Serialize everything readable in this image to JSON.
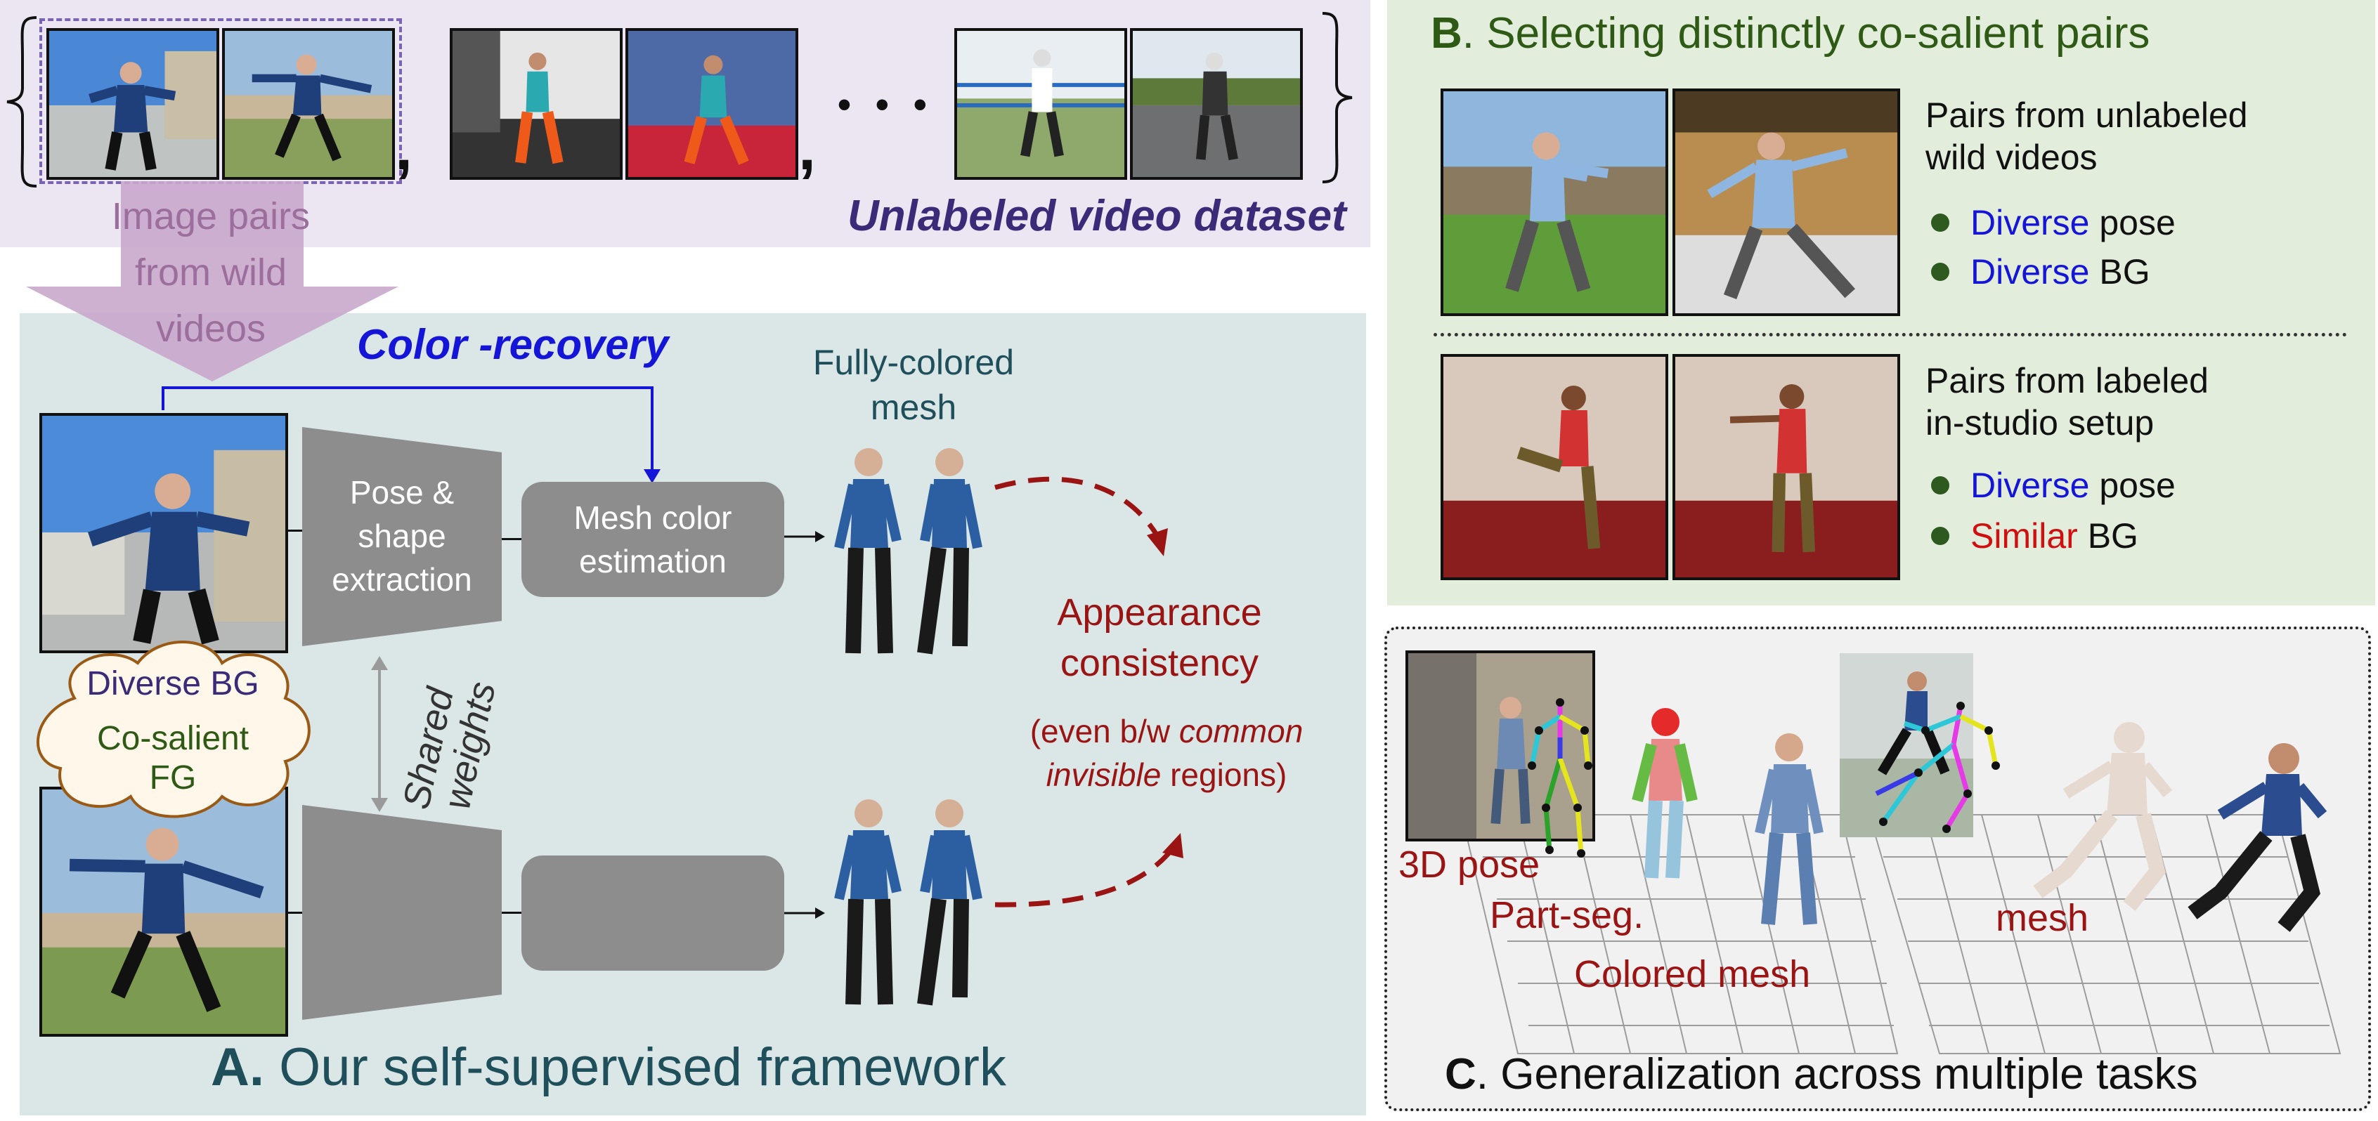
{
  "top": {
    "dataset_label": "Unlabeled video dataset",
    "separator_dots": "• • •",
    "pairs_label": [
      "Image pairs",
      "from wild",
      "videos"
    ]
  },
  "panelA": {
    "color_recovery": "Color -recovery",
    "fully_colored": [
      "Fully-colored",
      "mesh"
    ],
    "pose_shape": [
      "Pose &",
      "shape",
      "extraction"
    ],
    "mesh_color": [
      "Mesh color",
      "estimation"
    ],
    "shared_weights": [
      "Shared",
      "weights"
    ],
    "appearance": [
      "Appearance",
      "consistency"
    ],
    "even_prefix": "(even b/w ",
    "common": "common",
    "invisible": "invisible",
    "regions": " regions)",
    "cloud_bg": "Diverse BG",
    "cloud_fg": [
      "Co-salient",
      "FG"
    ],
    "title_letter": "A.",
    "title_text": " Our self-supervised framework"
  },
  "panelB": {
    "title_letter": "B",
    "title_text": ". Selecting distinctly co-salient pairs",
    "wild_heading": [
      "Pairs from unlabeled",
      "wild videos"
    ],
    "wild_items": [
      {
        "colored": "Diverse",
        "rest": " pose"
      },
      {
        "colored": "Diverse",
        "rest": " BG"
      }
    ],
    "studio_heading": [
      "Pairs from labeled",
      "in-studio setup"
    ],
    "studio_items": [
      {
        "colored": "Diverse",
        "rest": " pose"
      },
      {
        "colored": "Similar",
        "rest": " BG"
      }
    ]
  },
  "panelC": {
    "label_3d_pose": "3D pose",
    "label_part_seg": "Part-seg.",
    "label_colored_mesh": "Colored mesh",
    "label_mesh": "mesh",
    "title_letter": "C",
    "title_text": ". Generalization across multiple tasks"
  },
  "colors": {
    "panel_a_bg": "#dbe6e7",
    "panel_b_bg": "#e3eddc",
    "panel_c_bg": "#f1f1f1",
    "top_bg": "#ece6f2",
    "blue": "#1515d8",
    "dark_red": "#9a1414",
    "purple": "#3a2a78",
    "green_text": "#2e5a15"
  }
}
